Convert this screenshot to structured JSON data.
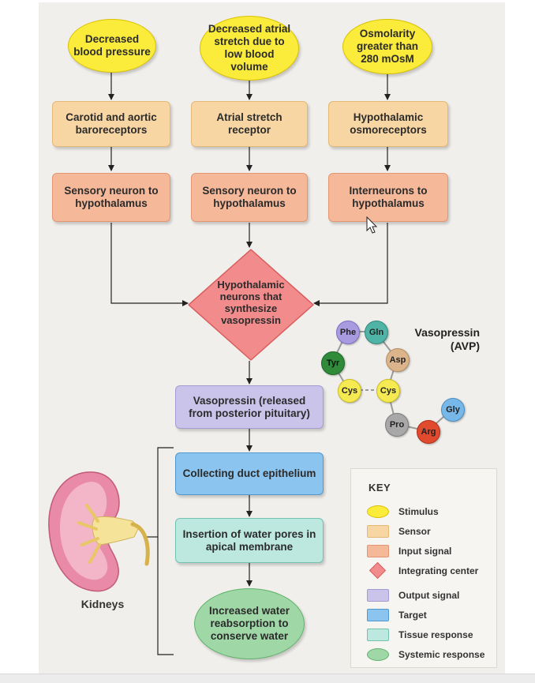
{
  "stimuli": {
    "s1": "Decreased blood pressure",
    "s2": "Decreased atrial stretch due to low blood volume",
    "s3": "Osmolarity greater than 280 mOsM"
  },
  "sensors": {
    "r1": "Carotid and aortic baroreceptors",
    "r2": "Atrial stretch receptor",
    "r3": "Hypothalamic osmoreceptors"
  },
  "inputs": {
    "i1": "Sensory neuron to hypothalamus",
    "i2": "Sensory neuron to hypothalamus",
    "i3": "Interneurons to hypothalamus"
  },
  "integrating_center": "Hypothalamic neurons that synthesize vasopressin",
  "output": "Vasopressin (released from posterior pituitary)",
  "target": "Collecting duct epithelium",
  "tissue_response": "Insertion of water pores in apical membrane",
  "systemic_response": "Increased water reabsorption to conserve water",
  "kidneys_label": "Kidneys",
  "vasopressin": {
    "title_line1": "Vasopressin",
    "title_line2": "(AVP)",
    "residues": {
      "phe": "Phe",
      "gln": "Gln",
      "tyr": "Tyr",
      "asp": "Asp",
      "cys1": "Cys",
      "cys2": "Cys",
      "pro": "Pro",
      "arg": "Arg",
      "gly": "Gly"
    },
    "colors": {
      "phe": "#a89be0",
      "gln": "#4fb3a5",
      "tyr": "#2f8a3a",
      "asp": "#dcb48c",
      "cys": "#f5ea52",
      "pro": "#a8a8a8",
      "arg": "#e04a2e",
      "gly": "#78b8e8"
    }
  },
  "key": {
    "title": "KEY",
    "items": [
      {
        "label": "Stimulus",
        "color": "#fbeb3a",
        "shape": "ellipse"
      },
      {
        "label": "Sensor",
        "color": "#f8d6a3",
        "shape": "rect"
      },
      {
        "label": "Input signal",
        "color": "#f5b99a",
        "shape": "rect"
      },
      {
        "label": "Integrating center",
        "color": "#f28c8c",
        "shape": "diamond"
      },
      {
        "label": "Output signal",
        "color": "#cbc4ea",
        "shape": "rect"
      },
      {
        "label": "Target",
        "color": "#8bc4ee",
        "shape": "rect"
      },
      {
        "label": "Tissue response",
        "color": "#bde8df",
        "shape": "rect"
      },
      {
        "label": "Systemic response",
        "color": "#9fd7a6",
        "shape": "ellipse"
      }
    ]
  }
}
